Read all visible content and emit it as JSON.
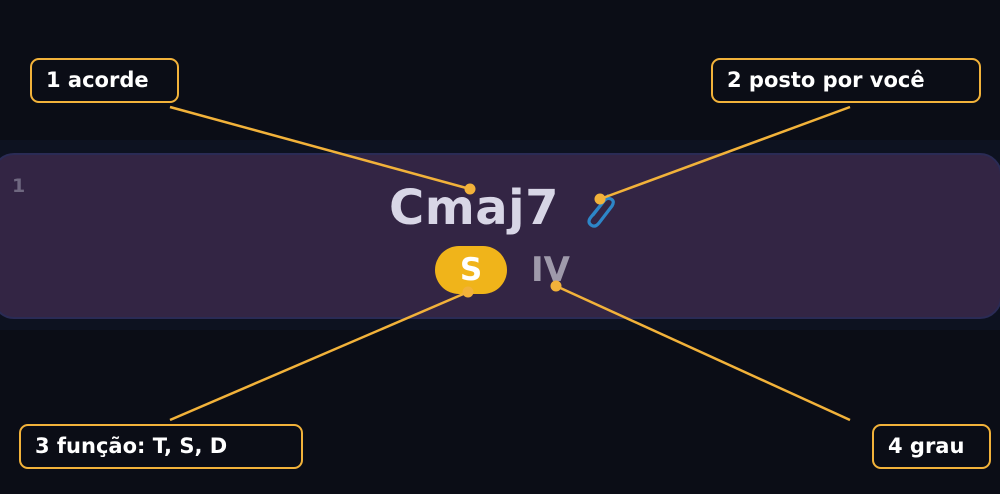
{
  "card": {
    "slot_number": "1",
    "chord_name": "Cmaj7",
    "function_label": "S",
    "degree_label": "IV",
    "auto_icon": "paperclip-icon"
  },
  "callouts": [
    {
      "id": "c1",
      "text": "1 acorde"
    },
    {
      "id": "c2",
      "text": "2 posto por você"
    },
    {
      "id": "c3",
      "text": "3 função: T, S, D"
    },
    {
      "id": "c4",
      "text": "4 grau"
    }
  ],
  "colors": {
    "background": "#0b0d16",
    "card": "#332544",
    "callout_accent": "#f2b23a",
    "function_pill": "#f0b41a",
    "auto_icon": "#2d86c8"
  }
}
